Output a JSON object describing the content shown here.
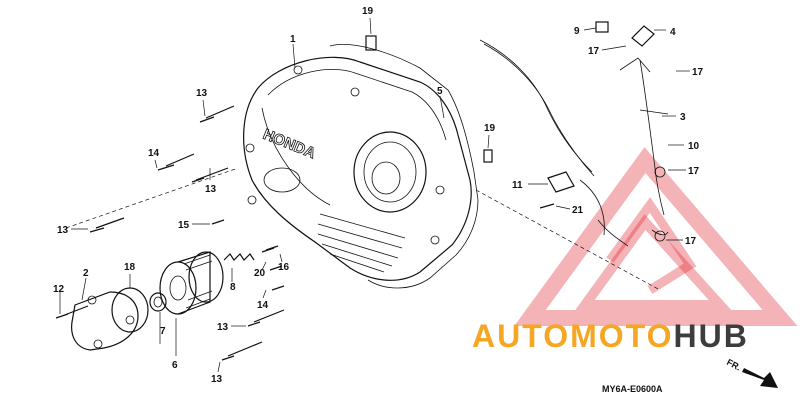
{
  "diagram": {
    "brand": {
      "part1": "AUTOMOTO",
      "part2": "HUB",
      "color1": "#f5a623",
      "color2": "#3d3d3d",
      "watermark_color": "#e0242d"
    },
    "cover_logo": "HONDA",
    "diagram_code": "MY6A-E0600A",
    "direction_label": "FR.",
    "callouts": [
      "1",
      "2",
      "3",
      "4",
      "5",
      "6",
      "7",
      "8",
      "9",
      "10",
      "11",
      "12",
      "13",
      "13",
      "13",
      "13",
      "13",
      "14",
      "14",
      "15",
      "16",
      "17",
      "17",
      "17",
      "17",
      "18",
      "19",
      "19",
      "20",
      "21"
    ]
  }
}
